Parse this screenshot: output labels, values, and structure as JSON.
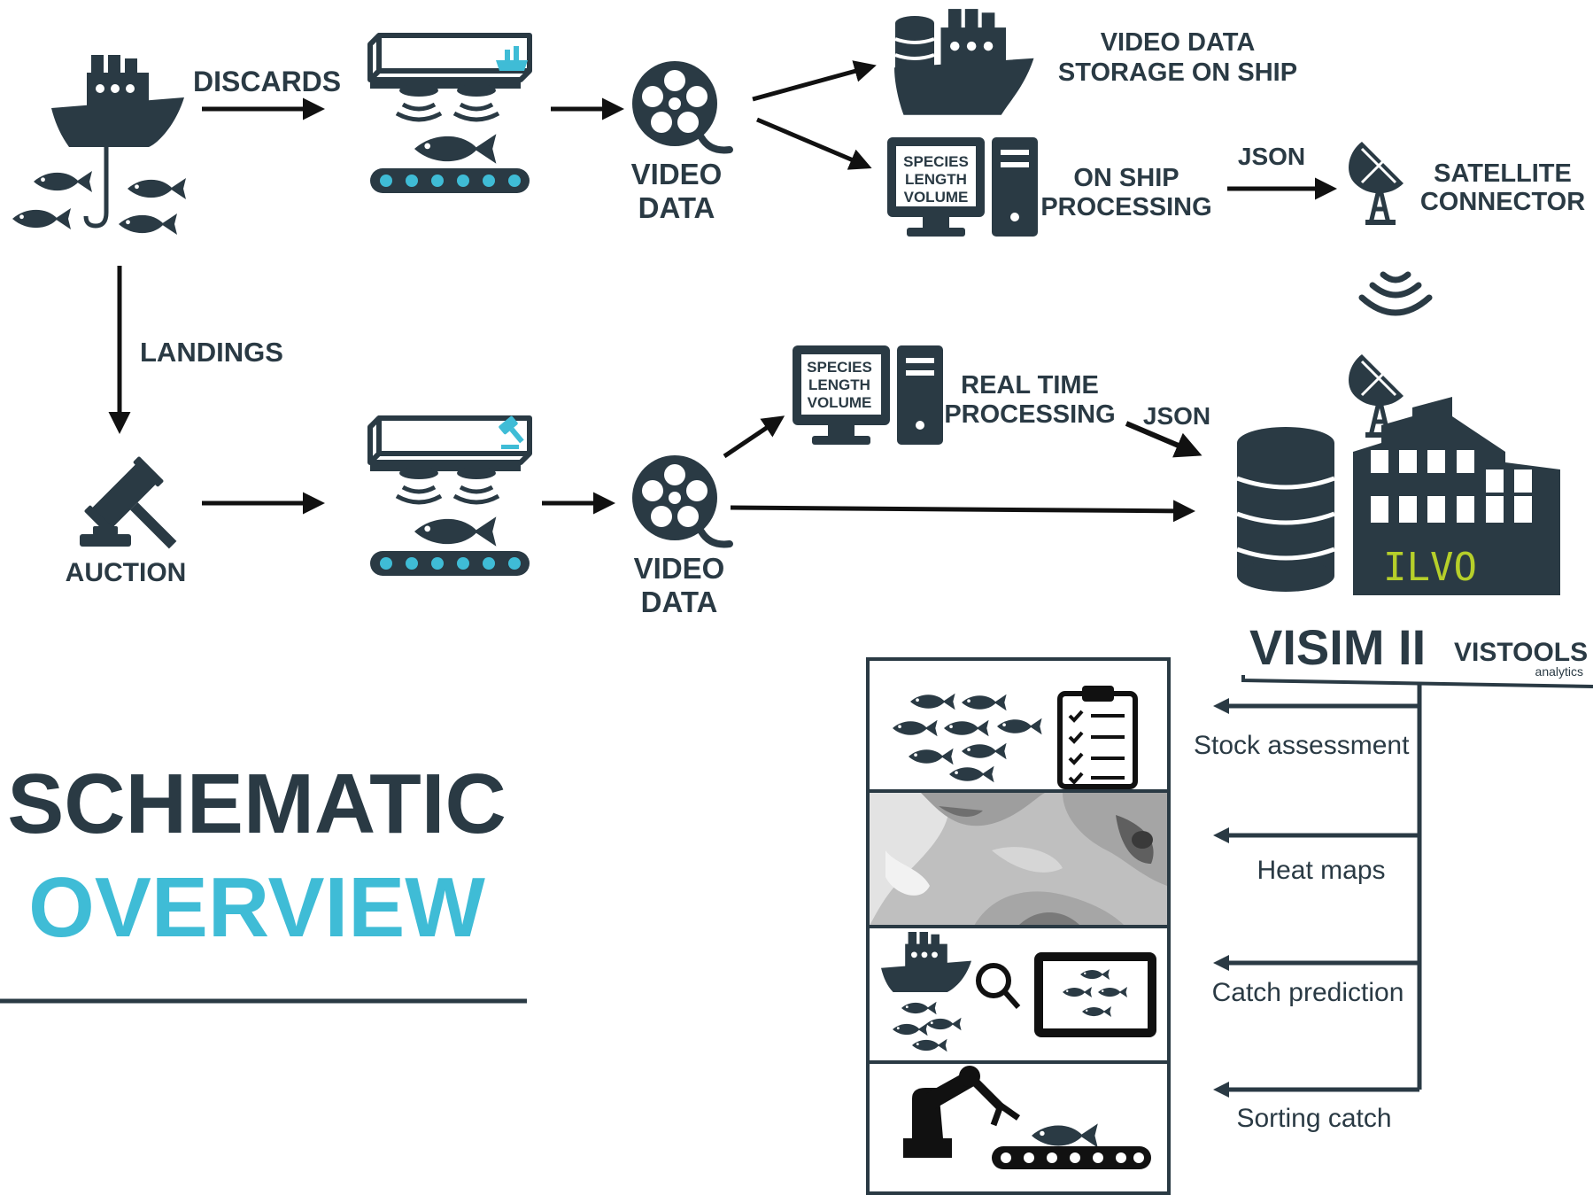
{
  "colors": {
    "dark": "#2a3a44",
    "accent": "#3fbcd6",
    "ilvo_green": "#b6cf2a",
    "arrow": "#111111"
  },
  "labels": {
    "discards": "DISCARDS",
    "landings": "LANDINGS",
    "auction": "AUCTION",
    "video_data_top_l1": "VIDEO",
    "video_data_top_l2": "DATA",
    "video_data_bottom_l1": "VIDEO",
    "video_data_bottom_l2": "DATA",
    "storage_l1": "VIDEO DATA",
    "storage_l2": "STORAGE ON SHIP",
    "onship_l1": "ON SHIP",
    "onship_l2": "PROCESSING",
    "json_top": "JSON",
    "satellite_l1": "SATELLITE",
    "satellite_l2": "CONNECTOR",
    "realtime_l1": "REAL TIME",
    "realtime_l2": "PROCESSING",
    "json_bottom": "JSON",
    "screen_l1": "SPECIES",
    "screen_l2": "LENGTH",
    "screen_l3": "VOLUME",
    "ilvo": "ILVO",
    "visim": "VISIM II",
    "vistools": "VISTOOLS",
    "vistools_sub": "analytics"
  },
  "outputs": [
    "Stock assessment",
    "Heat maps",
    "Catch prediction",
    "Sorting catch"
  ],
  "title": {
    "line1": "SCHEMATIC",
    "line2": "OVERVIEW"
  },
  "icons": [
    "ship-icon",
    "fish-icon",
    "hook-icon",
    "camera-scanner-icon",
    "conveyor-belt-icon",
    "film-reel-icon",
    "database-icon",
    "computer-icon",
    "satellite-dish-icon",
    "signal-waves-icon",
    "gavel-icon",
    "building-icon",
    "clipboard-icon",
    "magnifier-icon",
    "tablet-icon",
    "robot-arm-icon"
  ]
}
